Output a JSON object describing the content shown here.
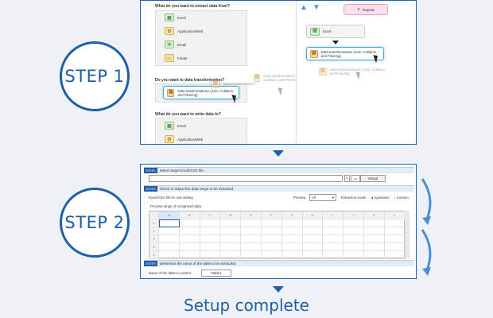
{
  "steps": {
    "step1": "STEP 1",
    "step2": "STEP 2",
    "complete": "Setup complete"
  },
  "screen1": {
    "q_extract": "What do you want to extract data from?",
    "extract_options": [
      "Excel",
      "Application/Web",
      "Email",
      "Folder"
    ],
    "q_transform": "Do you want to data transformation?",
    "transform_card": "Data transformations (Join, Collation, and Filtering)",
    "ghost_card1": "Data transformations",
    "ghost_card2": "Data transformations (Join, Collation, and Filtering)",
    "q_write": "What do you want to write data to?",
    "write_options": [
      "Excel",
      "Application/Web"
    ],
    "repeat_label": "Repeat",
    "flow_excel": "Excel",
    "flow_transform": "Data transformations (Join, Collation, and Filtering)",
    "flow_ghost": "Data transformations (Join, Collation, and Filtering)"
  },
  "screen2": {
    "step1_badge": "STEP1",
    "step1_label": "Select target Excel/CSV file.",
    "reload_label": "reload",
    "step2_badge": "STEP2",
    "step2_label": "Check or adjust the data range to be extracted.",
    "file_rule_label": "Excel/CSV file for rule setting",
    "preview_label": "Preview",
    "preview_value": "All",
    "extraction_mode_label": "Extraction mode",
    "mode_auto": "Automatic",
    "mode_custom": "Custom",
    "preview_range_label": "Preview range of recognized data",
    "columns": [
      "A",
      "B",
      "C",
      "D",
      "E",
      "F",
      "G",
      "H",
      "I",
      "J",
      "K",
      "L"
    ],
    "rows": [
      "1",
      "2",
      "3",
      "4",
      "5"
    ],
    "step3_badge": "STEP3",
    "step3_label": "Determine the name of the table to be extracted.",
    "table_name_label": "Name of the table to extract:",
    "table_name_value": "Table1"
  },
  "colors": {
    "accent": "#1e5fa8",
    "highlight": "#4aa3df",
    "repeat": "#fbe0ec"
  }
}
